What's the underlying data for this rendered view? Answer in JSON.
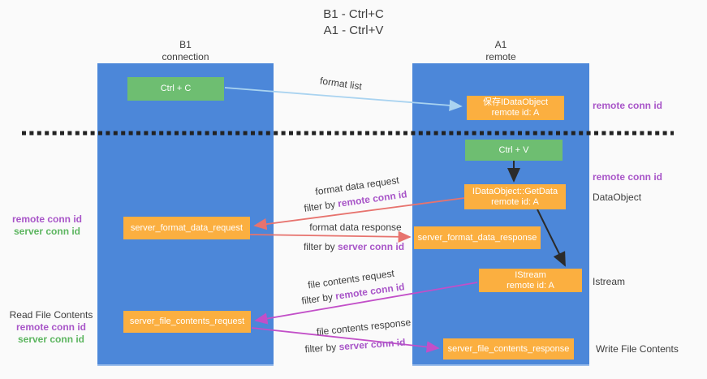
{
  "title": {
    "line1": "B1 - Ctrl+C",
    "line2": "A1 - Ctrl+V"
  },
  "columns": {
    "left": {
      "title": "B1",
      "subtitle": "connection"
    },
    "right": {
      "title": "A1",
      "subtitle": "remote"
    }
  },
  "boxes": {
    "ctrl_c": {
      "label": "Ctrl + C"
    },
    "ctrl_v": {
      "label": "Ctrl + V"
    },
    "save_idataobject": {
      "line1": "保存IDataObject",
      "line2": "remote id: A"
    },
    "idataobject_getdata": {
      "line1": "IDataObject::GetData",
      "line2": "remote id: A"
    },
    "istream": {
      "line1": "IStream",
      "line2": "remote id: A"
    },
    "server_format_data_request": {
      "label": "server_format_data_request"
    },
    "server_format_data_response": {
      "label": "server_format_data_response"
    },
    "server_file_contents_request": {
      "label": "server_file_contents_request"
    },
    "server_file_contents_response": {
      "label": "server_file_contents_response"
    }
  },
  "flow_labels": {
    "format_list": "format list",
    "format_data_request": "format data request",
    "format_data_response": "format data response",
    "file_contents_request": "file contents request",
    "file_contents_response": "file contents response",
    "filter_by": "filter by",
    "remote_conn_id": "remote conn id",
    "server_conn_id": "server conn id"
  },
  "side_labels": {
    "remote_conn_id": "remote conn id",
    "server_conn_id": "server conn id",
    "dataobject": "DataObject",
    "istream": "Istream",
    "read_file_contents": "Read File Contents",
    "write_file_contents": "Write File Contents"
  },
  "colors": {
    "background": "#fafafa",
    "column_blue": "#4c87d9",
    "box_orange": "#fbaf40",
    "box_green": "#6ebe71",
    "arrow_salmon": "#e7736e",
    "arrow_magenta": "#c24fc8",
    "arrow_lightblue": "#a9d3f0",
    "arrow_black": "#2b2b2b",
    "dashed_line_black": "#222222",
    "text_purple": "#a855c8",
    "text_green": "#5cb55f"
  }
}
